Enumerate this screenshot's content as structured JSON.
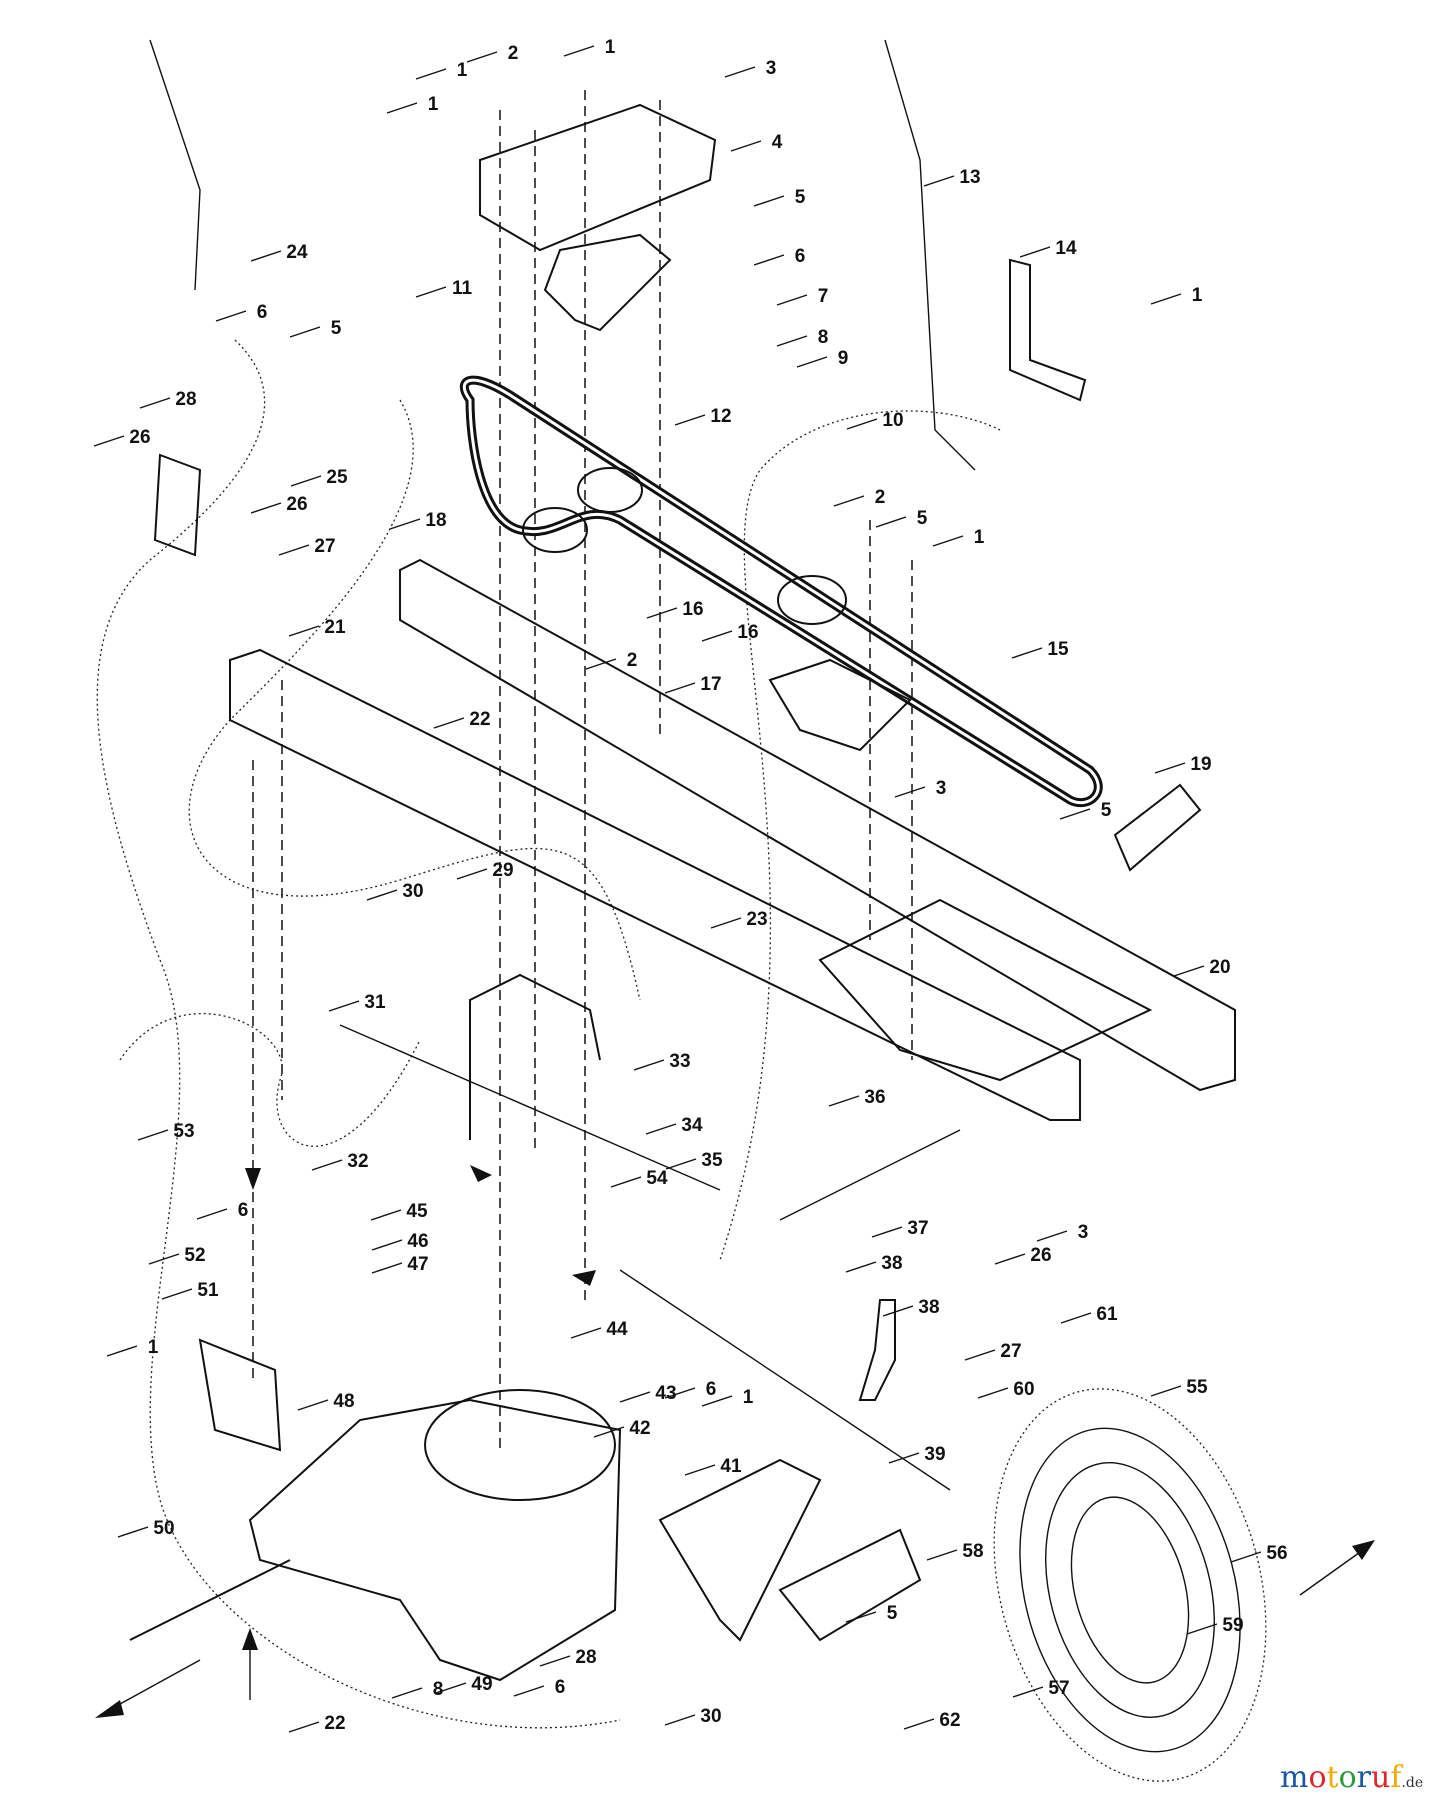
{
  "title": "Drive parts exploded diagram",
  "callouts": [
    "1",
    "1",
    "2",
    "1",
    "3",
    "4",
    "5",
    "6",
    "11",
    "7",
    "8",
    "9",
    "12",
    "10",
    "13",
    "14",
    "1",
    "24",
    "6",
    "5",
    "28",
    "26",
    "25",
    "26",
    "27",
    "2",
    "5",
    "1",
    "18",
    "16",
    "2",
    "16",
    "15",
    "17",
    "21",
    "22",
    "3",
    "19",
    "5",
    "23",
    "29",
    "30",
    "31",
    "33",
    "53",
    "34",
    "36",
    "20",
    "32",
    "35",
    "54",
    "37",
    "3",
    "6",
    "45",
    "46",
    "47",
    "52",
    "51",
    "38",
    "26",
    "38",
    "44",
    "48",
    "43",
    "6",
    "1",
    "27",
    "42",
    "61",
    "60",
    "55",
    "39",
    "41",
    "1",
    "50",
    "56",
    "58",
    "5",
    "59",
    "28",
    "49",
    "6",
    "22",
    "62",
    "57",
    "30",
    "8"
  ],
  "watermark": {
    "text": "motoruf",
    "suffix": ".de",
    "colors": [
      "#1a56a8",
      "#e0262b",
      "#f2a900",
      "#2e9a3b"
    ]
  }
}
